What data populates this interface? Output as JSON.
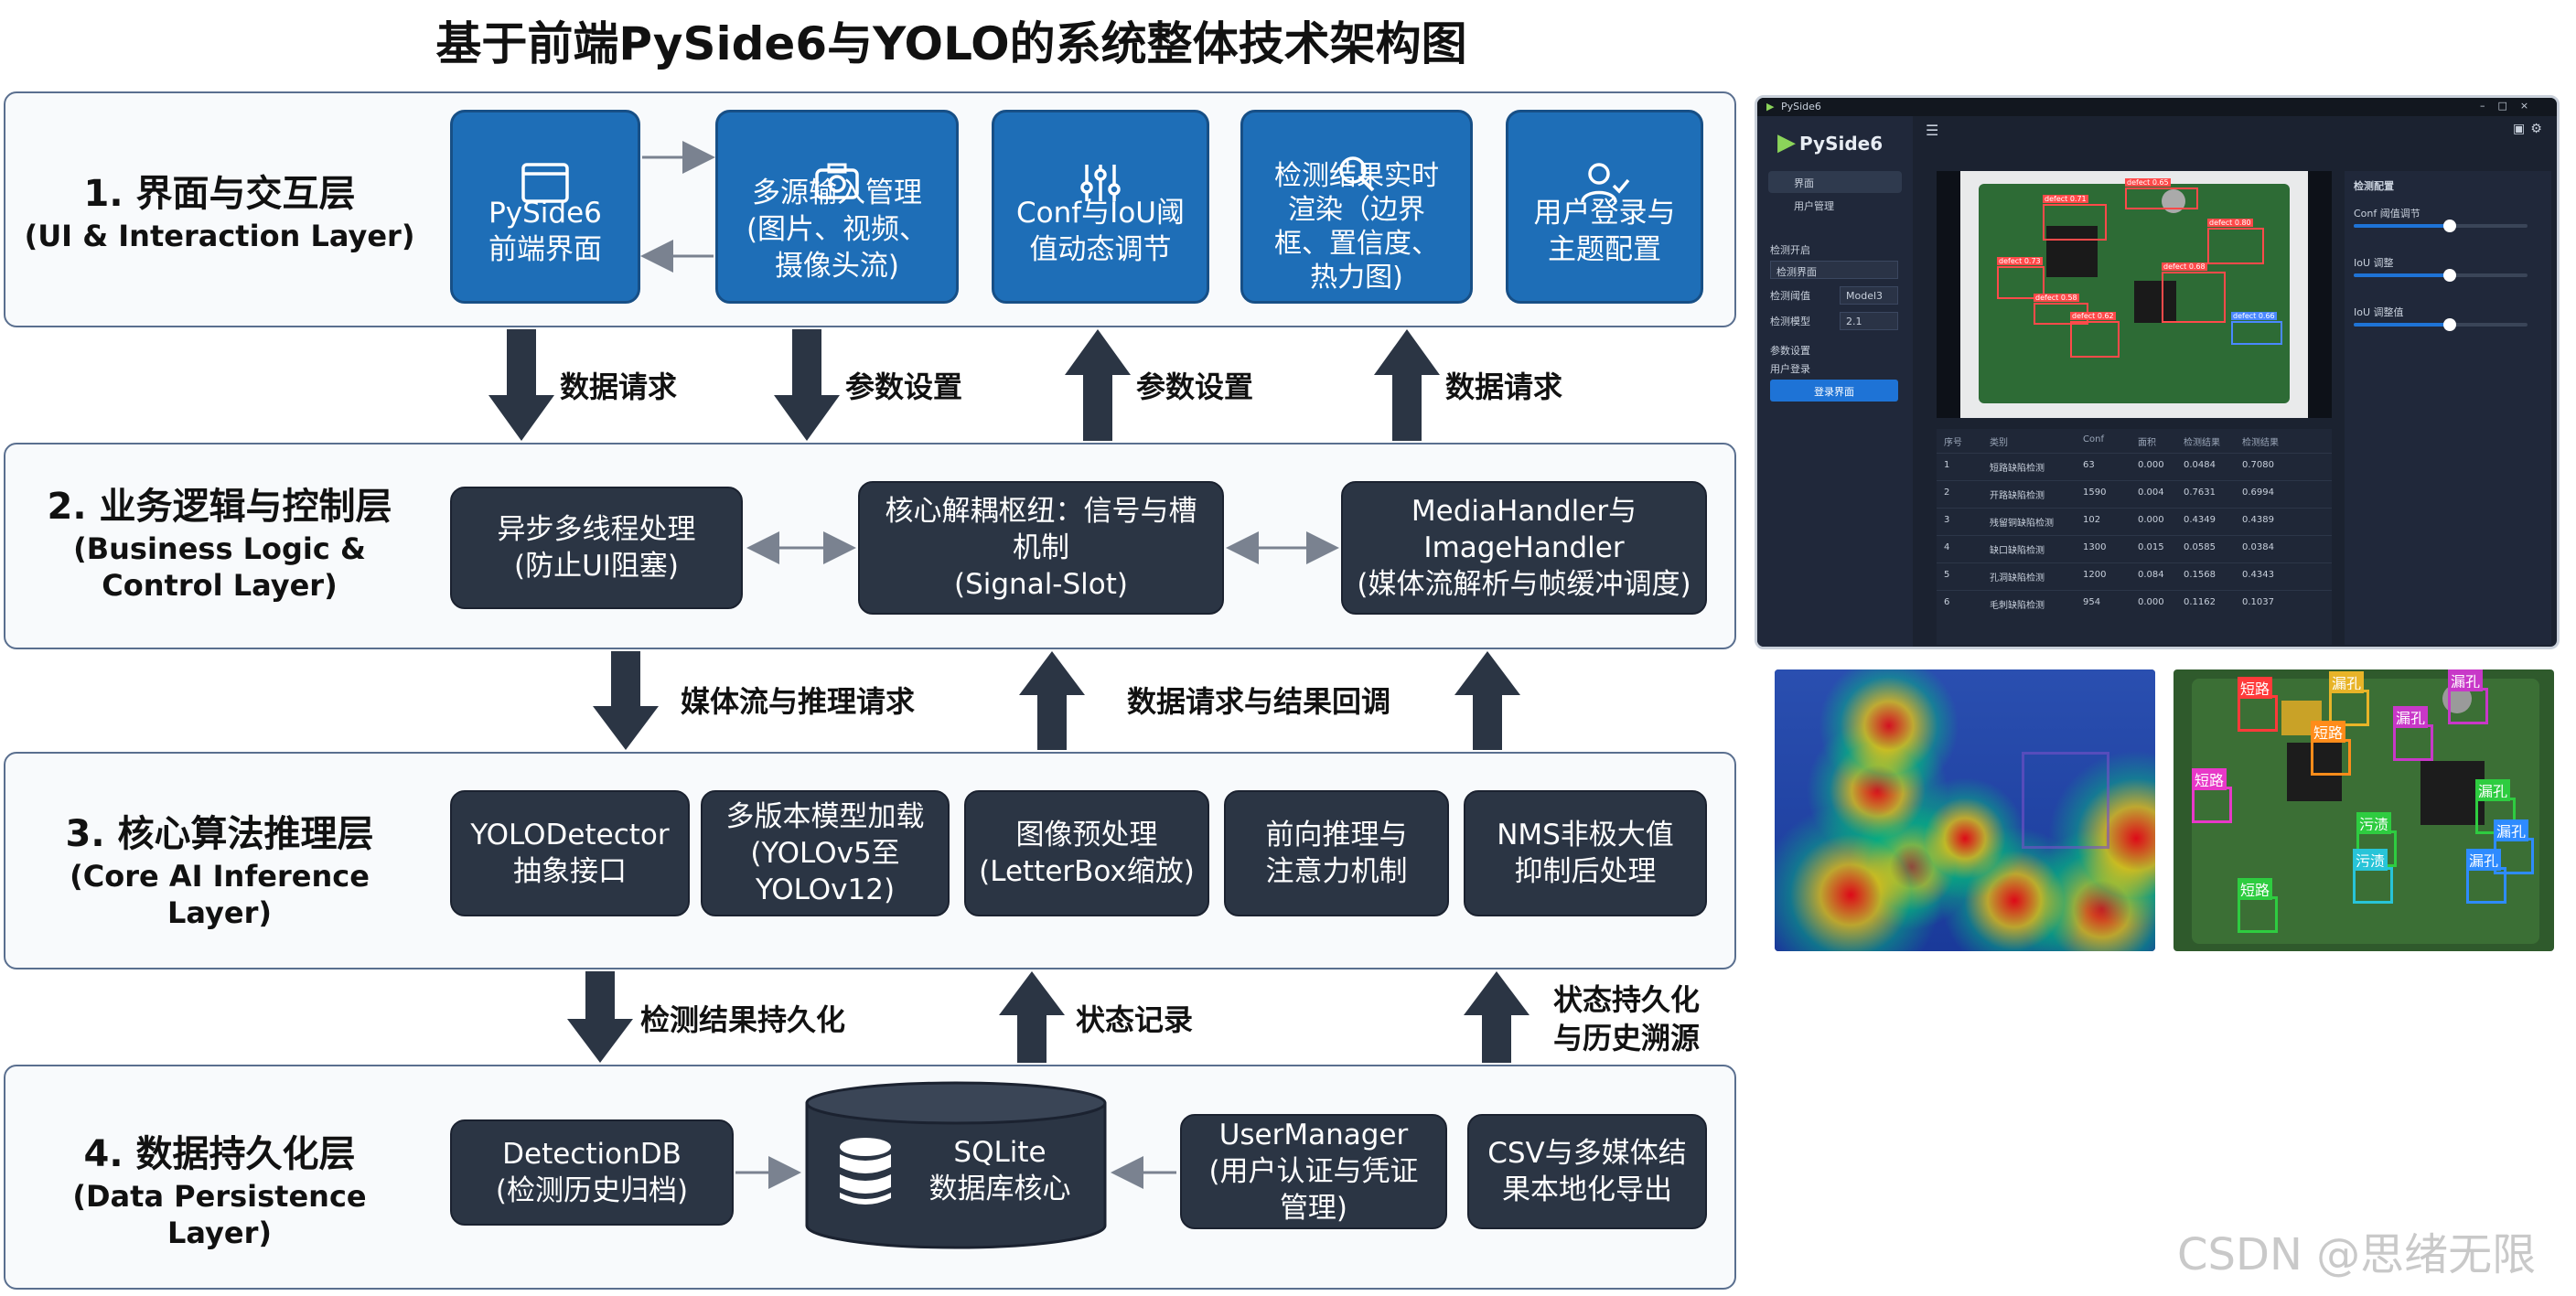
{
  "title": "基于前端PySide6与YOLO的系统整体技术架构图",
  "layers": [
    {
      "zh": "1. 界面与交互层",
      "en": "(UI & Interaction Layer)"
    },
    {
      "zh": "2. 业务逻辑与控制层",
      "en": "(Business Logic &\nControl Layer)"
    },
    {
      "zh": "3. 核心算法推理层",
      "en": "(Core AI Inference Layer)"
    },
    {
      "zh": "4. 数据持久化层",
      "en": "(Data Persistence Layer)"
    }
  ],
  "ui_boxes": [
    {
      "label": "PySide6\n前端界面",
      "icon": "window-icon"
    },
    {
      "label": "多源输入管理\n(图片、视频、\n摄像头流)",
      "icon": "camera-icon"
    },
    {
      "label": "Conf与IoU阈\n值动态调节",
      "icon": "sliders-icon"
    },
    {
      "label": "检测结果实时\n渲染（边界\n框、置信度、\n热力图)",
      "icon": "search-icon"
    },
    {
      "label": "用户登录与\n主题配置",
      "icon": "user-check-icon"
    }
  ],
  "logic_boxes": [
    {
      "label": "异步多线程处理\n(防止UI阻塞)"
    },
    {
      "label": "核心解耦枢纽：信号与槽\n机制\n(Signal-Slot)"
    },
    {
      "label": "MediaHandler与\nImageHandler\n(媒体流解析与帧缓冲调度)"
    }
  ],
  "inference_boxes": [
    {
      "label": "YOLODetector\n抽象接口"
    },
    {
      "label": "多版本模型加载\n(YOLOv5至\nYOLOv12)"
    },
    {
      "label": "图像预处理\n(LetterBox缩放)"
    },
    {
      "label": "前向推理与\n注意力机制"
    },
    {
      "label": "NMS非极大值\n抑制后处理"
    }
  ],
  "persistence_boxes": [
    {
      "label": "DetectionDB\n(检测历史归档)"
    },
    {
      "label": "SQLite\n数据库核心"
    },
    {
      "label": "UserManager\n(用户认证与凭证\n管理)"
    },
    {
      "label": "CSV与多媒体结\n果本地化导出"
    }
  ],
  "arrows_1_2": [
    {
      "label": "数据请求",
      "dir": "down"
    },
    {
      "label": "参数设置",
      "dir": "down"
    },
    {
      "label": "参数设置",
      "dir": "up"
    },
    {
      "label": "数据请求",
      "dir": "up"
    }
  ],
  "arrows_2_3": [
    {
      "label": "媒体流与推理请求",
      "dir": "down"
    },
    {
      "label": "数据请求与结果回调",
      "dir": "up"
    }
  ],
  "arrows_3_4": [
    {
      "label": "检测结果持久化",
      "dir": "down"
    },
    {
      "label": "状态记录",
      "dir": "up"
    },
    {
      "label": "状态持久化\n与历史溯源",
      "dir": "up"
    }
  ],
  "app": {
    "window_title": "PySide6",
    "brand": "PySide6",
    "sidebar_items": [
      "界面",
      "用户管理"
    ],
    "form_labels": [
      "检测开启",
      "检测阈值",
      "检测模型",
      "参数设置",
      "用户登录"
    ],
    "form_values": [
      "检测界面",
      "Model3",
      "2.1"
    ],
    "login_button": "登录界面",
    "right_panel_title": "检测配置",
    "sliders": [
      {
        "label": "Conf 阈值调节",
        "value": 0.55
      },
      {
        "label": "IoU 调整",
        "value": 0.55
      },
      {
        "label": "IoU 调整值",
        "value": 0.55
      }
    ],
    "table_headers": [
      "序号",
      "类别",
      "Conf",
      "面积",
      "检测结果",
      "检测结果"
    ],
    "table_rows": [
      [
        "1",
        "短路缺陷检测",
        "63",
        "0.000",
        "0.0484",
        "0.7080"
      ],
      [
        "2",
        "开路缺陷检测",
        "1590",
        "0.004",
        "0.7631",
        "0.6994"
      ],
      [
        "3",
        "残留铜缺陷检测",
        "102",
        "0.000",
        "0.4349",
        "0.4389"
      ],
      [
        "4",
        "缺口缺陷检测",
        "1300",
        "0.015",
        "0.0585",
        "0.0384"
      ],
      [
        "5",
        "孔洞缺陷检测",
        "1200",
        "0.084",
        "0.1568",
        "0.4343"
      ],
      [
        "6",
        "毛刺缺陷检测",
        "954",
        "0.000",
        "0.1162",
        "0.1037"
      ]
    ],
    "detection_labels": [
      "defect 0.71",
      "defect 0.65",
      "defect 0.80",
      "defect 0.73",
      "defect 0.58",
      "defect 0.62",
      "defect 0.68",
      "defect 0.66"
    ]
  },
  "pcb_labels": [
    "短路",
    "漏孔",
    "漏孔",
    "短路",
    "短路",
    "漏孔",
    "漏孔",
    "漏孔",
    "污渍",
    "短路",
    "污渍",
    "漏孔"
  ],
  "watermark": "CSDN @思绪无限",
  "colors": {
    "ui_box": "#1e6eb7",
    "dark_box": "#2b3544",
    "layer_border": "#5a6f8f"
  }
}
